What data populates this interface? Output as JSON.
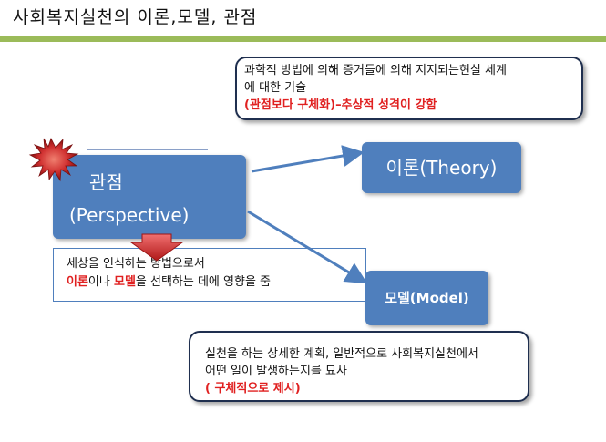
{
  "title": "사회복지실천의 이론,모델, 관점",
  "theory_callout": {
    "line1": "과학적 방법에 의해 증거들에 의해 지지되는현실 세계",
    "line2": "에 대한 기술",
    "line3_prefix": " ",
    "line3_red": "(관점보다 구체화)–추상적 성격이 강함"
  },
  "perspective_box": {
    "line1": "관점",
    "line2": "(Perspective)"
  },
  "theory_box": {
    "label": "이론(Theory)"
  },
  "model_box": {
    "label": "모델(Model)"
  },
  "desc_box": {
    "line1": "세상을 인식하는 방법으로서",
    "red1": "이론",
    "mid": "이나 ",
    "red2": "모델",
    "end": "을 선택하는 데에 영향을 줌"
  },
  "model_callout": {
    "line1": "실천을 하는 상세한 계획, 일반적으로 사회복지실천에서",
    "line2": "어떤 일이 발생하는지를 묘사",
    "line3_red": "( 구체적으로 제시)"
  },
  "colors": {
    "accent_green": "#9bbb59",
    "box_blue": "#4f7fbd",
    "highlight_red": "#e02020"
  }
}
